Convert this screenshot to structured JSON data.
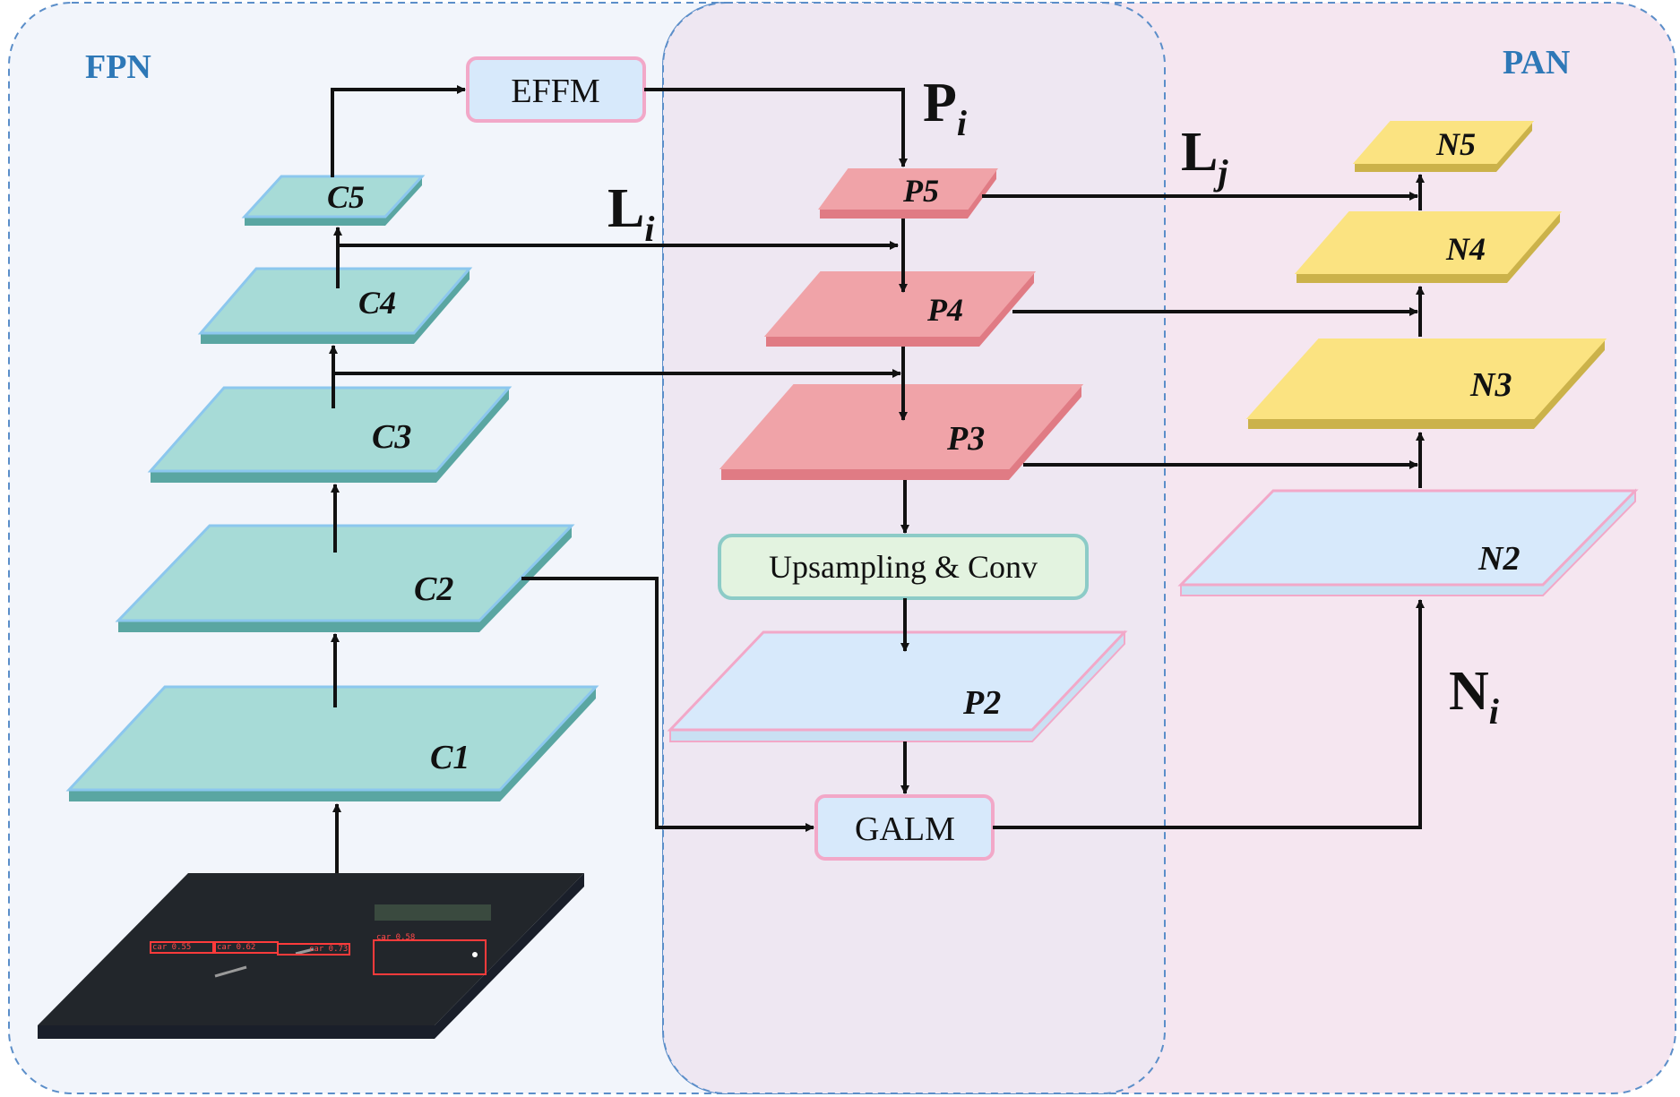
{
  "regions": {
    "fpn": "FPN",
    "pan": "PAN"
  },
  "boxes": {
    "effm": "EFFM",
    "upsampling": "Upsampling & Conv",
    "galm": "GALM"
  },
  "backbone": [
    "C1",
    "C2",
    "C3",
    "C4",
    "C5"
  ],
  "fpn_layers": [
    "P2",
    "P3",
    "P4",
    "P5"
  ],
  "pan_layers": [
    "N2",
    "N3",
    "N4",
    "N5"
  ],
  "symbols": {
    "pi": {
      "base": "P",
      "sub": "i"
    },
    "li": {
      "base": "L",
      "sub": "i"
    },
    "lj": {
      "base": "L",
      "sub": "j"
    },
    "ni": {
      "base": "N",
      "sub": "i"
    }
  },
  "input_image": {
    "detections": [
      "car 0.55",
      "car 0.62",
      "car 0.73",
      "car 0.58"
    ]
  },
  "colors": {
    "backbone_fill": "#a7dbd7",
    "fpn_fill": "#f0a3a8",
    "pan_fill": "#fbe381",
    "light_fill": "#d7e9fb",
    "pink_border": "#f2a8c8",
    "blue_border": "#8cc7ee",
    "dashed": "#5b8ec9"
  }
}
